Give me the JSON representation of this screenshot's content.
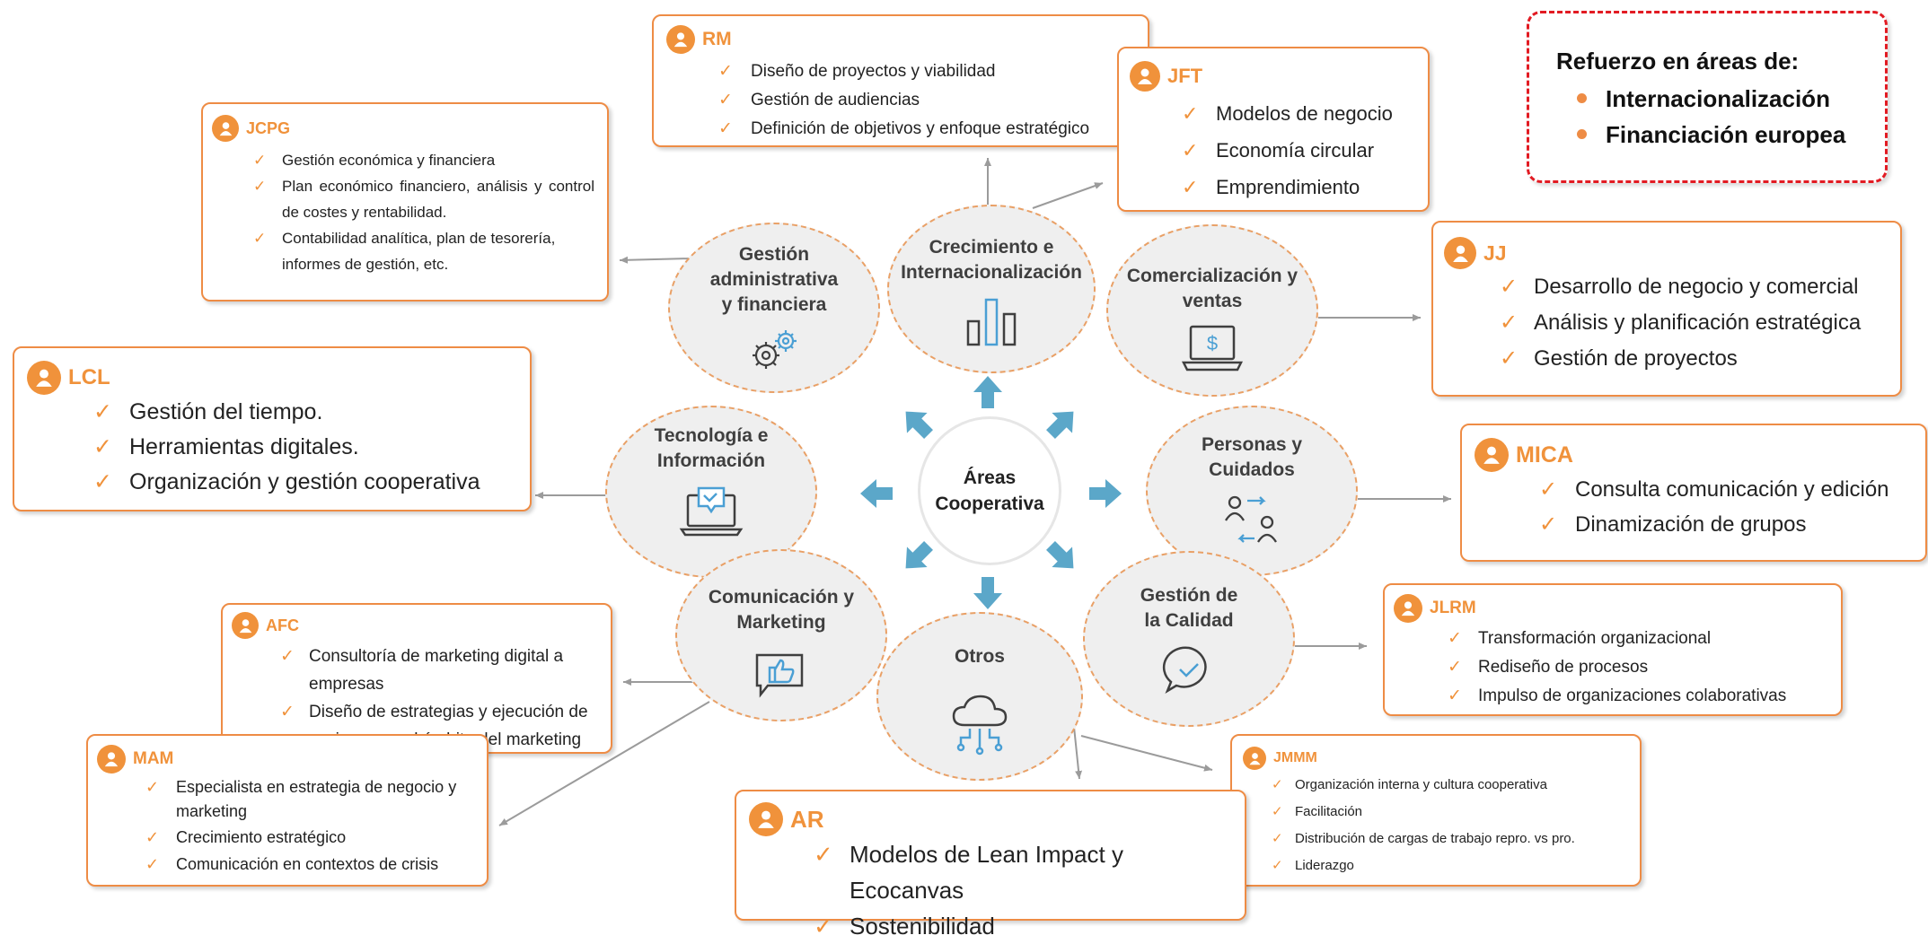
{
  "center": {
    "line1": "Áreas",
    "line2": "Cooperativa"
  },
  "areas": [
    {
      "id": "gestion-admin",
      "line1": "Gestión",
      "line2": "administrativa",
      "line3": "y financiera",
      "icon": "gears-icon"
    },
    {
      "id": "crecimiento",
      "line1": "Crecimiento e",
      "line2": "Internacionalización",
      "line3": "",
      "icon": "bar-chart-icon"
    },
    {
      "id": "comercializacion",
      "line1": "Comercialización y",
      "line2": "ventas",
      "line3": "",
      "icon": "laptop-dollar-icon"
    },
    {
      "id": "tecnologia",
      "line1": "Tecnología e",
      "line2": "Información",
      "line3": "",
      "icon": "laptop-chat-icon"
    },
    {
      "id": "personas",
      "line1": "Personas y",
      "line2": "Cuidados",
      "line3": "",
      "icon": "people-exchange-icon"
    },
    {
      "id": "comunicacion",
      "line1": "Comunicación y",
      "line2": "Marketing",
      "line3": "",
      "icon": "thumbs-up-chat-icon"
    },
    {
      "id": "otros",
      "line1": "Otros",
      "line2": "",
      "line3": "",
      "icon": "cloud-network-icon"
    },
    {
      "id": "calidad",
      "line1": "Gestión de",
      "line2": "la Calidad",
      "line3": "",
      "icon": "check-chat-icon"
    }
  ],
  "cards": [
    {
      "id": "rm",
      "name": "RM",
      "items": [
        "Diseño de proyectos y viabilidad",
        "Gestión de audiencias",
        "Definición de objetivos y enfoque estratégico"
      ]
    },
    {
      "id": "jft",
      "name": "JFT",
      "items": [
        "Modelos de negocio",
        "Economía circular",
        "Emprendimiento"
      ]
    },
    {
      "id": "jcpg",
      "name": "JCPG",
      "items": [
        "Gestión económica y financiera",
        "Plan económico financiero, análisis y control de costes y rentabilidad.",
        "Contabilidad analítica, plan de tesorería, informes de gestión, etc."
      ]
    },
    {
      "id": "jj",
      "name": "JJ",
      "items": [
        "Desarrollo de negocio y comercial",
        "Análisis y planificación estratégica",
        "Gestión de proyectos"
      ]
    },
    {
      "id": "lcl",
      "name": "LCL",
      "items": [
        "Gestión del tiempo.",
        "Herramientas digitales.",
        "Organización y gestión cooperativa"
      ]
    },
    {
      "id": "mica",
      "name": "MICA",
      "items": [
        "Consulta comunicación y edición",
        "Dinamización de grupos"
      ]
    },
    {
      "id": "jlrm",
      "name": "JLRM",
      "items": [
        "Transformación organizacional",
        "Rediseño de procesos",
        "Impulso de organizaciones colaborativas"
      ]
    },
    {
      "id": "afc",
      "name": "AFC",
      "items": [
        "Consultoría de marketing digital a empresas",
        "Diseño de estrategias y ejecución de acciones en el ámbito del marketing"
      ]
    },
    {
      "id": "mam",
      "name": "MAM",
      "items": [
        "Especialista en estrategia de negocio y marketing",
        "Crecimiento estratégico",
        "Comunicación en contextos de crisis"
      ]
    },
    {
      "id": "jmmm",
      "name": "JMMM",
      "items": [
        "Organización interna y cultura cooperativa",
        "Facilitación",
        "Distribución de cargas de trabajo repro. vs pro.",
        "Liderazgo"
      ]
    },
    {
      "id": "ar",
      "name": "AR",
      "items": [
        "Modelos de Lean Impact y Ecocanvas",
        "Sostenibilidad"
      ]
    }
  ],
  "callout": {
    "title": "Refuerzo en áreas de:",
    "items": [
      "Internacionalización",
      "Financiación europea"
    ]
  },
  "colors": {
    "accent": "#f0923b",
    "arrow": "#5ba7c9",
    "connector": "#9b9b9b",
    "callout_border": "#e21b23"
  }
}
